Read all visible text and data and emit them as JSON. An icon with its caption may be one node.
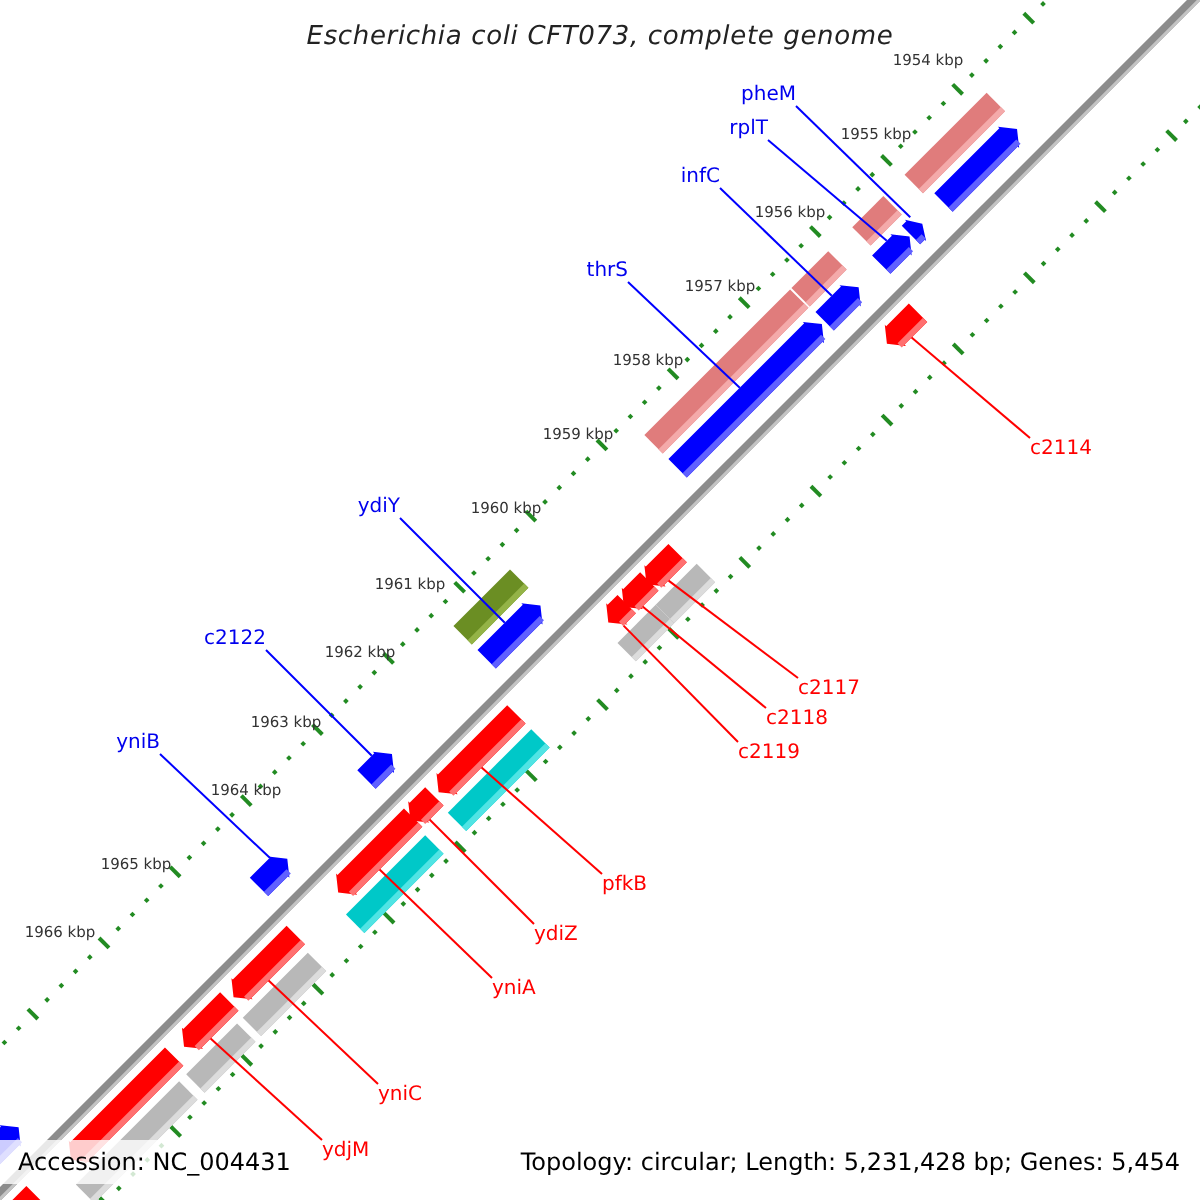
{
  "diagram": {
    "title": "Escherichia coli CFT073, complete genome",
    "nodes": [
      {
        "text": [
          "pheM"
        ]
      },
      {
        "text": [
          "rplT"
        ]
      },
      {
        "text": [
          "infC"
        ]
      },
      {
        "text": [
          "thrS"
        ]
      },
      {
        "text": [
          "c2114"
        ]
      },
      {
        "text": [
          "ydiY"
        ]
      },
      {
        "text": [
          "c2122"
        ]
      },
      {
        "text": [
          "c2117"
        ]
      },
      {
        "text": [
          "c2118"
        ]
      },
      {
        "text": [
          "c2119"
        ]
      },
      {
        "text": [
          "yniB"
        ]
      },
      {
        "text": [
          "pfkB"
        ]
      },
      {
        "text": [
          "ydiZ"
        ]
      },
      {
        "text": [
          "yniA"
        ]
      },
      {
        "text": [
          "yniC"
        ]
      },
      {
        "text": [
          "ydjM"
        ]
      },
      {
        "text": [],
        "shape": "bar"
      },
      {
        "text": [],
        "shape": "bar"
      },
      {
        "text": [],
        "shape": "bar"
      },
      {
        "text": [],
        "shape": "bar"
      },
      {
        "text": [],
        "shape": "bar"
      },
      {
        "text": [],
        "shape": "bar"
      },
      {
        "text": [],
        "shape": "bar"
      },
      {
        "text": [],
        "shape": "bar"
      },
      {
        "text": [],
        "shape": "bar"
      },
      {
        "text": [],
        "shape": "bar"
      },
      {
        "text": [],
        "shape": "bar"
      },
      {
        "text": [],
        "shape": "bar"
      },
      {
        "text": [],
        "shape": "bar"
      },
      {
        "text": [],
        "shape": "bar"
      },
      {
        "text": [],
        "shape": "bar"
      },
      {
        "text": [],
        "shape": "bar"
      },
      {
        "text": [],
        "shape": "bar"
      },
      {
        "text": [],
        "shape": "bar"
      },
      {
        "text": [],
        "shape": "bar"
      },
      {
        "text": [],
        "shape": "bar"
      },
      {
        "text": [],
        "shape": "bar"
      },
      {
        "text": [],
        "shape": "bar"
      },
      {
        "text": [],
        "shape": "bar"
      },
      {
        "text": [],
        "shape": "bar"
      },
      {
        "text": [],
        "shape": "bar"
      },
      {
        "text": [],
        "shape": "bar"
      },
      {
        "text": [],
        "shape": "bar"
      },
      {
        "text": [],
        "shape": "bar"
      },
      {
        "text": [],
        "shape": "bar"
      },
      {
        "text": [],
        "shape": "bar"
      },
      {
        "text": [],
        "shape": "bar"
      },
      {
        "text": [],
        "shape": "bar"
      }
    ],
    "edges": [
      {
        "from": 0,
        "to": 19,
        "arrow": "none",
        "color": "#0000ff"
      },
      {
        "from": 1,
        "to": 20,
        "arrow": "none",
        "color": "#0000ff"
      },
      {
        "from": 2,
        "to": 22,
        "arrow": "none",
        "color": "#0000ff"
      },
      {
        "from": 3,
        "to": 25,
        "arrow": "none",
        "color": "#0000ff"
      },
      {
        "from": 4,
        "to": 24,
        "arrow": "none"
      },
      {
        "from": 5,
        "to": 31,
        "arrow": "none",
        "color": "#0000ff"
      },
      {
        "from": 6,
        "to": 35,
        "arrow": "none",
        "color": "#0000ff"
      },
      {
        "from": 7,
        "to": 26,
        "arrow": "none"
      },
      {
        "from": 8,
        "to": 29,
        "arrow": "none"
      },
      {
        "from": 9,
        "to": 30,
        "arrow": "none"
      },
      {
        "from": 10,
        "to": 39,
        "arrow": "none",
        "color": "#0000ff"
      },
      {
        "from": 11,
        "to": 33,
        "arrow": "none"
      },
      {
        "from": 12,
        "to": 36,
        "arrow": "none"
      },
      {
        "from": 13,
        "to": 37,
        "arrow": "none"
      },
      {
        "from": 14,
        "to": 40,
        "arrow": "none"
      },
      {
        "from": 15,
        "to": 42,
        "arrow": "none"
      }
    ],
    "labels": [
      "1954 kbp",
      "1955 kbp",
      "1956 kbp",
      "1957 kbp",
      "1958 kbp",
      "1959 kbp",
      "1960 kbp",
      "1961 kbp",
      "1962 kbp",
      "1963 kbp",
      "1964 kbp",
      "1965 kbp",
      "1966 kbp",
      "Accession: NC_004431",
      "Topology: circular; Length: 5,231,428 bp; Genes: 5,454"
    ]
  }
}
